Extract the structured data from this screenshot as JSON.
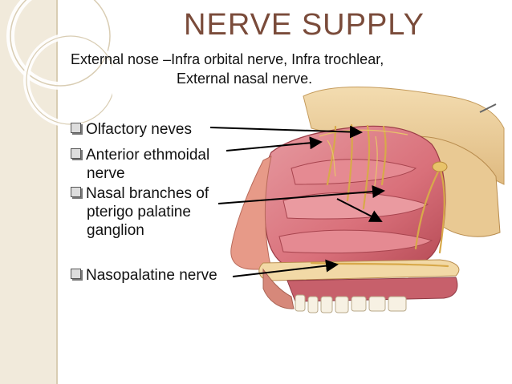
{
  "title": "NERVE  SUPPLY",
  "external_nose": {
    "line1": "External nose –Infra orbital nerve, Infra trochlear,",
    "line2": "External nasal nerve."
  },
  "bullets": [
    {
      "lines": [
        "Olfactory neves"
      ]
    },
    {
      "lines": [
        "Anterior ethmoidal",
        "nerve"
      ]
    },
    {
      "lines": [
        "Nasal branches of",
        "pterigo palatine",
        "ganglion"
      ]
    },
    {
      "lines": [
        "Nasopalatine nerve"
      ]
    }
  ],
  "colors": {
    "title": "#7a4b3a",
    "side_panel": "#f1eadb",
    "mucosa": "#d9707a",
    "nerve": "#d8a94a"
  },
  "icons": [
    "checkbox-bullet-icon",
    "arrow-icon"
  ]
}
